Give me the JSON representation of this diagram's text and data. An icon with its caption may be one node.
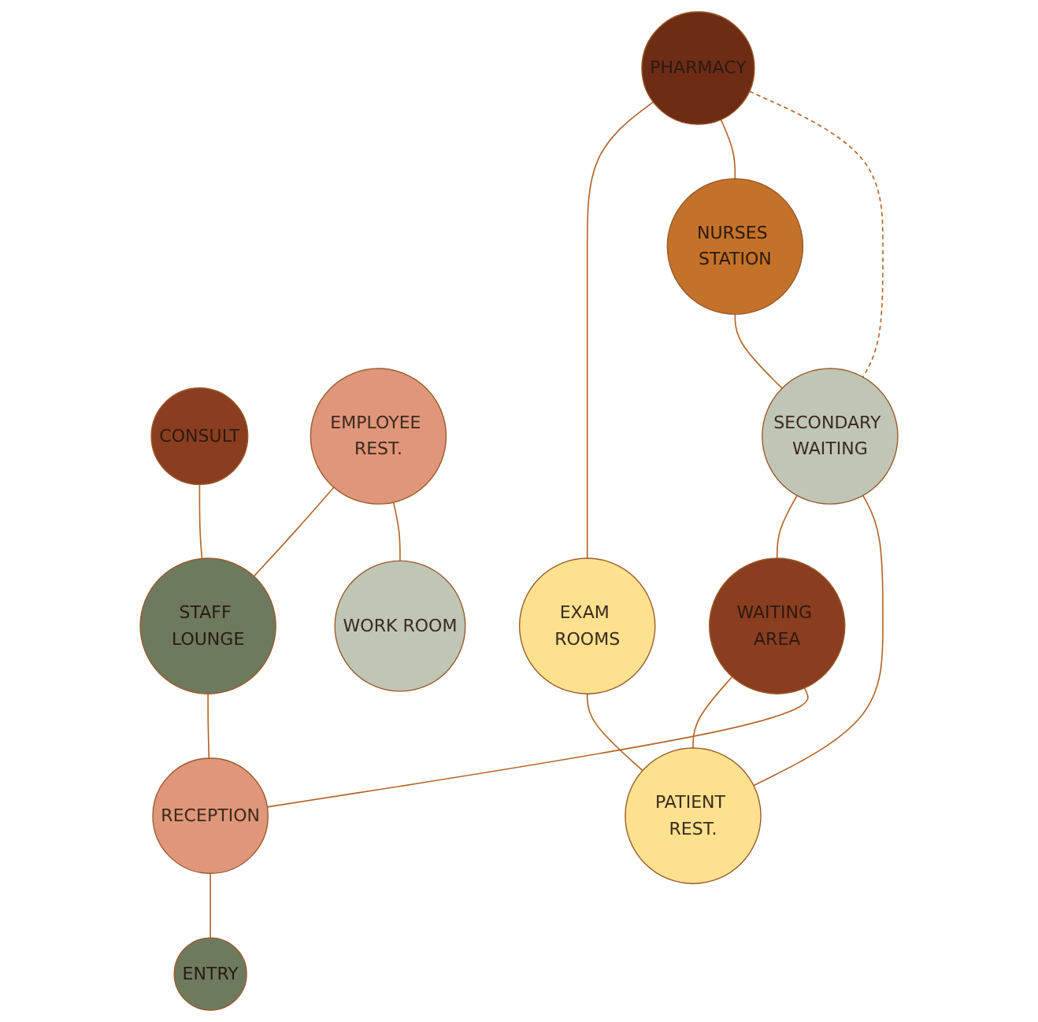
{
  "diagram": {
    "nodes": [
      {
        "text": [
          "PHARMACY"
        ]
      },
      {
        "text": [
          "CONSULT"
        ]
      },
      {
        "text": [
          "EXAM ROOMS"
        ]
      },
      {
        "text": [
          "EMPLOYEE REST."
        ]
      },
      {
        "text": [
          "NURSES STATION"
        ]
      },
      {
        "text": [
          "STAFF LOUNGE"
        ]
      },
      {
        "text": [
          "SECONDARY WAITING"
        ]
      },
      {
        "text": [
          "WORK ROOM"
        ]
      },
      {
        "text": [
          "WAITING AREA"
        ]
      },
      {
        "text": [
          "RECEPTION"
        ]
      },
      {
        "text": [
          "PATIENT REST."
        ]
      },
      {
        "text": [
          "ENTRY"
        ]
      }
    ],
    "edges": [
      {
        "from": 0,
        "to": 2,
        "arrow": "none"
      },
      {
        "from": 0,
        "to": 4,
        "arrow": "none"
      },
      {
        "from": 0,
        "to": 6,
        "arrow": "none",
        "style": "dashed"
      },
      {
        "from": 4,
        "to": 6,
        "arrow": "none"
      },
      {
        "from": 6,
        "to": 8,
        "arrow": "none"
      },
      {
        "from": 6,
        "to": 10,
        "arrow": "none"
      },
      {
        "from": 8,
        "to": 10,
        "arrow": "none"
      },
      {
        "from": 2,
        "to": 10,
        "arrow": "none"
      },
      {
        "from": 8,
        "to": 9,
        "arrow": "none"
      },
      {
        "from": 9,
        "to": 11,
        "arrow": "none"
      },
      {
        "from": 5,
        "to": 9,
        "arrow": "none"
      },
      {
        "from": 1,
        "to": 5,
        "arrow": "none"
      },
      {
        "from": 3,
        "to": 5,
        "arrow": "none"
      },
      {
        "from": 3,
        "to": 7,
        "arrow": "none"
      }
    ]
  }
}
